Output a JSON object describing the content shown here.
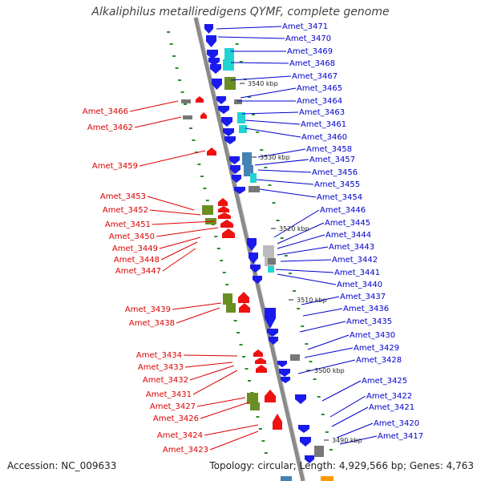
{
  "title": "Alkaliphilus metalliredigens QYMF, complete genome",
  "accession": "Accession: NC_009633",
  "summary": "Topology: circular; Length: 4,929,566 bp; Genes: 4,763",
  "colors": {
    "forward_label": "#0000cc",
    "reverse_label": "#dd0000",
    "forward_gene": "#1a1aee",
    "reverse_gene": "#ee1111",
    "cyan": "#22d3d3",
    "olive": "#6b8e23",
    "gray": "#777777",
    "steelblue": "#4682b4",
    "lightgray": "#bbbbbb",
    "tick": "#2e8b2e",
    "backbone": "#8a8a8a"
  },
  "kbp_markers": [
    "3540 kbp",
    "3530 kbp",
    "3520 kbp",
    "3510 kbp",
    "3500 kbp",
    "3490 kbp"
  ],
  "labels_right": [
    "Amet_3471",
    "Amet_3470",
    "Amet_3469",
    "Amet_3468",
    "Amet_3467",
    "Amet_3465",
    "Amet_3464",
    "Amet_3463",
    "Amet_3461",
    "Amet_3460",
    "Amet_3458",
    "Amet_3457",
    "Amet_3456",
    "Amet_3455",
    "Amet_3454",
    "Amet_3446",
    "Amet_3445",
    "Amet_3444",
    "Amet_3443",
    "Amet_3442",
    "Amet_3441",
    "Amet_3440",
    "Amet_3437",
    "Amet_3436",
    "Amet_3435",
    "Amet_3430",
    "Amet_3429",
    "Amet_3428",
    "Amet_3425",
    "Amet_3422",
    "Amet_3421",
    "Amet_3420",
    "Amet_3417"
  ],
  "labels_left": [
    "Amet_3466",
    "Amet_3462",
    "Amet_3459",
    "Amet_3453",
    "Amet_3452",
    "Amet_3451",
    "Amet_3450",
    "Amet_3449",
    "Amet_3448",
    "Amet_3447",
    "Amet_3439",
    "Amet_3438",
    "Amet_3434",
    "Amet_3433",
    "Amet_3432",
    "Amet_3431",
    "Amet_3427",
    "Amet_3426",
    "Amet_3424",
    "Amet_3423"
  ]
}
